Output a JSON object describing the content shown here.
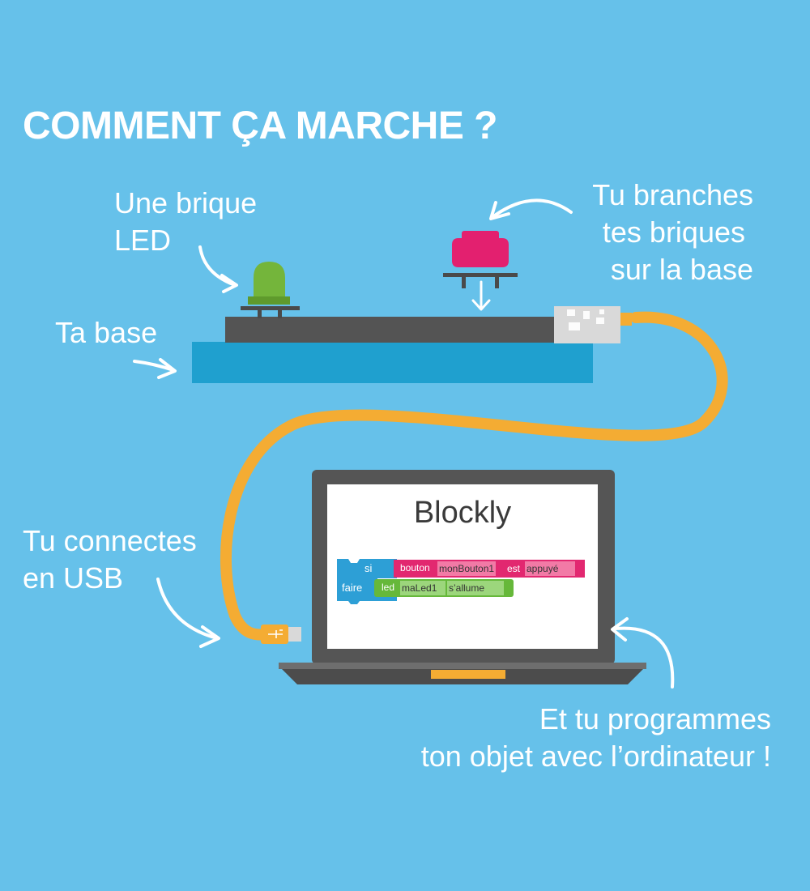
{
  "title": "COMMENT ÇA MARCHE ?",
  "labels": {
    "led": [
      "Une brique",
      "LED"
    ],
    "branch": [
      "Tu branches",
      "tes briques",
      "sur la base"
    ],
    "base": "Ta base",
    "usb": [
      "Tu connectes",
      "en USB"
    ],
    "program": [
      "Et tu programmes",
      "ton objet avec l’ordinateur !"
    ]
  },
  "screen": {
    "title": "Blockly",
    "block_if": {
      "keyword": "si",
      "type": "bouton",
      "name": "monBouton1",
      "verb": "est",
      "state": "appuyé"
    },
    "block_do": {
      "keyword": "faire",
      "type": "led",
      "name": "maLed1",
      "action": "s’allume"
    }
  },
  "icons": [
    "led-brick-icon",
    "button-brick-icon",
    "usb-plug-icon",
    "laptop-icon",
    "curved-arrow-icon"
  ],
  "colors": {
    "background": "#66c1ea",
    "base_blue": "#1fa0cf",
    "board": "#545454",
    "led_green": "#74b53b",
    "button_pink": "#e3206f",
    "cable": "#f4ac33",
    "laptop": "#555555",
    "blockly_blue": "#2d9fd6",
    "blockly_pink": "#e22870",
    "blockly_green": "#66b83a"
  }
}
